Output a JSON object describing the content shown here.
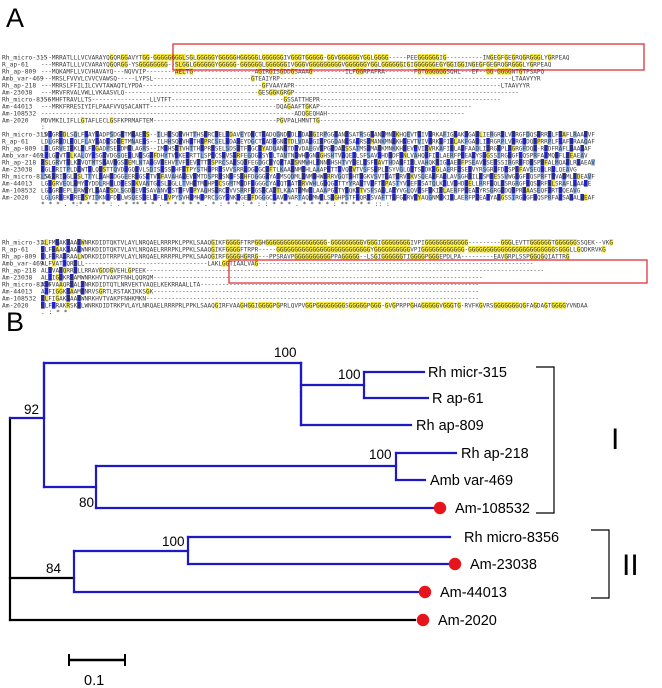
{
  "panels": {
    "a": "A",
    "b": "B"
  },
  "alignment": {
    "names": [
      "Rh_micro-315",
      "R_ap-61",
      "Rh_ap-809",
      "Amb_var-469",
      "Rh_ap-218",
      "Am-23038",
      "Rh_micro-8356",
      "Am-44013",
      "Am-108532",
      "Am-2020"
    ],
    "blocks": [
      {
        "rows": [
          "---MRRATLLLVCVARAYQGQRGGAVYTGG-GGGGGGGGLSGLGGGGGYGGGGGHGGGGGLGGGGGGIVGGGTGGGGG-GGVGGGGGGYGGLGGGG-----PEEGGGGGGIG----------INGEGFGEGRQGRGGGLYGRPEAQ",
          "---MRRATLLLVCVARAYQGQRGG-YSGGGGGGGG--SLGGLGGGGGGYGGGGG-GGGGGGLGGGGGGIVGGGVGGGGGGGGGVGGGGGGYGGLGGGGGGIGIGGGGGGEGYGGIGGINGEGFGEGRQGRGGGLYGRPEAQ",
          "---MQKAMFLLVCVHAVAYQ---NQVVIP--------AELTG-----------------AGIRGISGDDGSAAAG---------ILFGGRPAFRA--------FGTGGGGGGSQHL---EF--GG-GGGGNTGTPSAPQ",
          "---MRSLFVVVLCVVCVAWSQ-----LYPSL---------------------------GTEAIYRP----------------------------------------------------------------LTAAVYYR",
          "---MRRSLFFILILCVVTAWAQTLYPDA---------------------------------GFVAAYAPR---------------------------------------------------------LTAAVYYR",
          "---MRVFRVALVWLLVKAASVLQ-------------------------------------GESGGKGRGP--------------------------------------------------------------",
          "---MHFTRAVLLTS----------------LLVTFT-------------------------------GSSATTHEPR--------------------------------------------------",
          "---MRKFRRESIYIFLPAAFVVQSACANTT-----------------------------------DQAGAAFTGKAP------------------------------------------",
          "----------------------------------------------------------------------ADQGEQHAH--------------------------------------",
          "MDVMKILIFLLGTAFLECLGSFKPRMAFTEM----------------------------------PGVPALHMNTTG------------------------------------"
        ],
        "cons": "                                                     :                                                                "
      },
      {
        "rows": [
          "LDLGRVDLSQLFLAYGADPSDGETMNAEGS--ILHHSQTVHTTHSPRCSELSDAVEYDGCTVADQGNDTDLVDAEGIRPGGDANSSATRSGMANKMNKKHQEVTVIVVRKAFIGLAKFGADLIERGRPLVGRGFDQSPRRPLFRAFLRAAQVF",
          "LDLGRVDLSQLFLAYGADPSDGETMNAEGS--ILHHSQTVHTTHSPRCSELSDAVEYDGCTVADQGNDTDLVDAEGIRPGGDANSSATRSGMANKMNKKHQEVTVIVVRKAFIGLAKFGADLIERGRPLVGRGFDQSPRRPLFRAFLRAAQAF",
          "LDLGRVEIDKLPLFYGADPSEGDMELAGRS--IMLHSQTVHTTHVPRCSELSDSTTFDGCTYADQANNTDLVDAEGVRPGGDARSSATMSGMANKMNKKHQEVTVIVVRKAFIGLAKFAADLIERGRPLVGRGFDQS-RFDFRAFLKAAEAF",
          "LSLGRVTSLKALQYTSGAVDGSQELLNASGVFDHYTVFKEVRTTLSPRCSAVSQRFEGDGCSYQLTANTNMWHLGNNGHSHTVYQELLSFSAVTHDADFINLVAHQKFIGLAERFPSEAVYSEGSSIRGRGFDQSPRFALMQAFLREAEAV",
          "LSLGRVTSLKAVQTMTSGAVDGSQEMLNTATGVFEHVTVFKEVRTTLSPRCSAVSQRFEGDGCSYQLTANSNMWHLGNNGHSHTVYQELLSFSAVTHDADFINLVAHQKFIGLAERFPSEAVYSEGSSIRGRGFDQSPRFALMQAFLREAEAV",
          "LGLGRITPLDRWTYLQASTTQVDGGQEVLSDISQSSLHFVTPYSTHSPRCSVVSRRFDGSGCAFTLKAATNMWHLAAAPGTTYVQKVTVSFSAPLASYVGLQVTSFDKIGLAERFPSEAVYRSGRGFDQSPRFAVSEQFLRTLQEAVG",
          "LSLGRIKGLRSLTTYLKAHLDGGEERLGSYTVRFAVAHASEVWMTDSPRCSNTFSRHFDGGGCYALMSQDMLRNMWHWGRRVGQTYHTVGKVSVTWATDRVGKVSQEAQFAGLAVSGHEILRSMIESSVWGRGFDQSPRFTAVAMMLRDEAVF",
          "LGLGRVEQLNMYHYDDLRHELDGESEKVANTGESLHGLLTVHATMNHPRCSGMTMKDFRGGGCYAEQTPATNRVWHLGAQGLTTYYRAVTVSFTVPASTYVVEFESATQLKGLVAHDEELLRRFHQLYSRGRGFDQSTRFQLSRAFLRAAIE",
          "LGLGRIEPLERWTYLHAATSDLSGDEEVLSAVANVTSTHFVTPYAQHSPRCSVVSRRFDGSGCAFTLKAATNMWHLAAAPGTTYVQKVTVSFSAPLASYVGLQVTSFNKIGLAERFPSEAVYRSGRGFDQSPRFAASEQFLRTLQEAVG",
          "LGLGRVEKLREVSYIDKNIFDMLWSQESPELLFLSVPYSVHGMHSPRCSGYTNKSGEAFDGGGCFAVLNARTAQTMWHLSAGHPSTFYQRVSVAFTTAFGFRVSYAQGNMFKIGLAERFPREALYAEGSSIRGRGFDQSPRFASSAFALDEAF"
        ],
        "cons": "*  *       * . *:*  *  *          *    :   .  * ** *   *  .  *  *  *   *  * .  *   :  *   * : *      :  :  *  *   *  . * *  * *  : ** *  * *      :: :   "
      },
      {
        "rows": [
          "ALFMAAKRAALWNRKDIDTQKTVLAYLNRQAELRRRPKLPPKLSAAQGIKFGGGGFTRPGGHGGGGGGGGGGGGGGGGG-GGGGGGGGGVGGGIGGGGGGGGIVPIGGGGGGGGGGGG---------GGGLEVTTGGGGGGTGGGGGGSSQEK--VKG",
          "ALFMAAKRAALWNRKDIDTQKTVLAYLNRQAELRRRPKLPPKLSAAQGIKFGGGGFTRPR-----GGGGGGGGGGGGGGGGGGGGGGGGGGYGGGGGGGGGGVPIGGGGGGGGGGGG-GGGGGGGGGGGGGGGGGGGGGGGGSGGGLLGQDKRVKG",
          "ALFLRANRAALWDRKDIDTRRPVLAYLNRQAELRRRPRLPPKLSAAQGIRFGGGGHGRRG---PPSRAVPGGGGGGGGGGPPAGGGGG--LSGIGGGGGGTIGGGGPGGGEPDLPA---------EAVGRPLSSPGGQGQIATTRG",
          "ALFVATQQRRLL----------------------------------LAKLGGTIAALVAG----------------------------------------------------------------------------",
          "ALFVATQRRALLRRAVGDDGVEHLGPEEK--------------------------------------------------------------------------------------------------------------",
          "ALFIGAKRAAMWNRKHVTVAKPFNHLQQRQM-------------------------------------------------------------------------------------------",
          "ALFVAAQRRALWNRKDIDTQTLNRVEKTVAQELKEKRRAALLTA-----------------------------------------------------------------------------",
          "ALFIGGKRAAMWNRVSGRTLRSTAKIKKSGK------------------------------------------------------------------------------------------",
          "ALFIGAKRAAMWNRKHVTVAKPFNHKMKN--------------------------------------------------------------------------------------------",
          "ALFIRAKRSKALWNRKDIDTRKPVLAYLNRQAELRRRPRLPPKLSAAQGIRFVAAGHGGIGGGGPGPRLQVPVGGPGGGGGGGGSGGGGGPGGG-GVGPRPPGHAGGGGGVGGGTG-RVFKGVRSGGGGGGGQGFAGDAGTGGGGYVNDAA"
        ],
        "cons": ".  :      *      *                                                                                                        "
      }
    ],
    "highlight_boxes": 2
  },
  "tree": {
    "leaves": [
      "Rh micr-315",
      "R ap-61",
      "Rh ap-809",
      "Rh ap-218",
      "Amb var-469",
      "Am-108532",
      "Rh micro-8356",
      "Am-23038",
      "Am-44013",
      "Am-2020"
    ],
    "bootstraps": [
      "100",
      "100",
      "92",
      "100",
      "80",
      "100",
      "84"
    ],
    "groups": [
      "I",
      "II"
    ],
    "scale_label": "0.1",
    "branch_color": "#1d19c4",
    "marker_color": "#e8141c"
  }
}
